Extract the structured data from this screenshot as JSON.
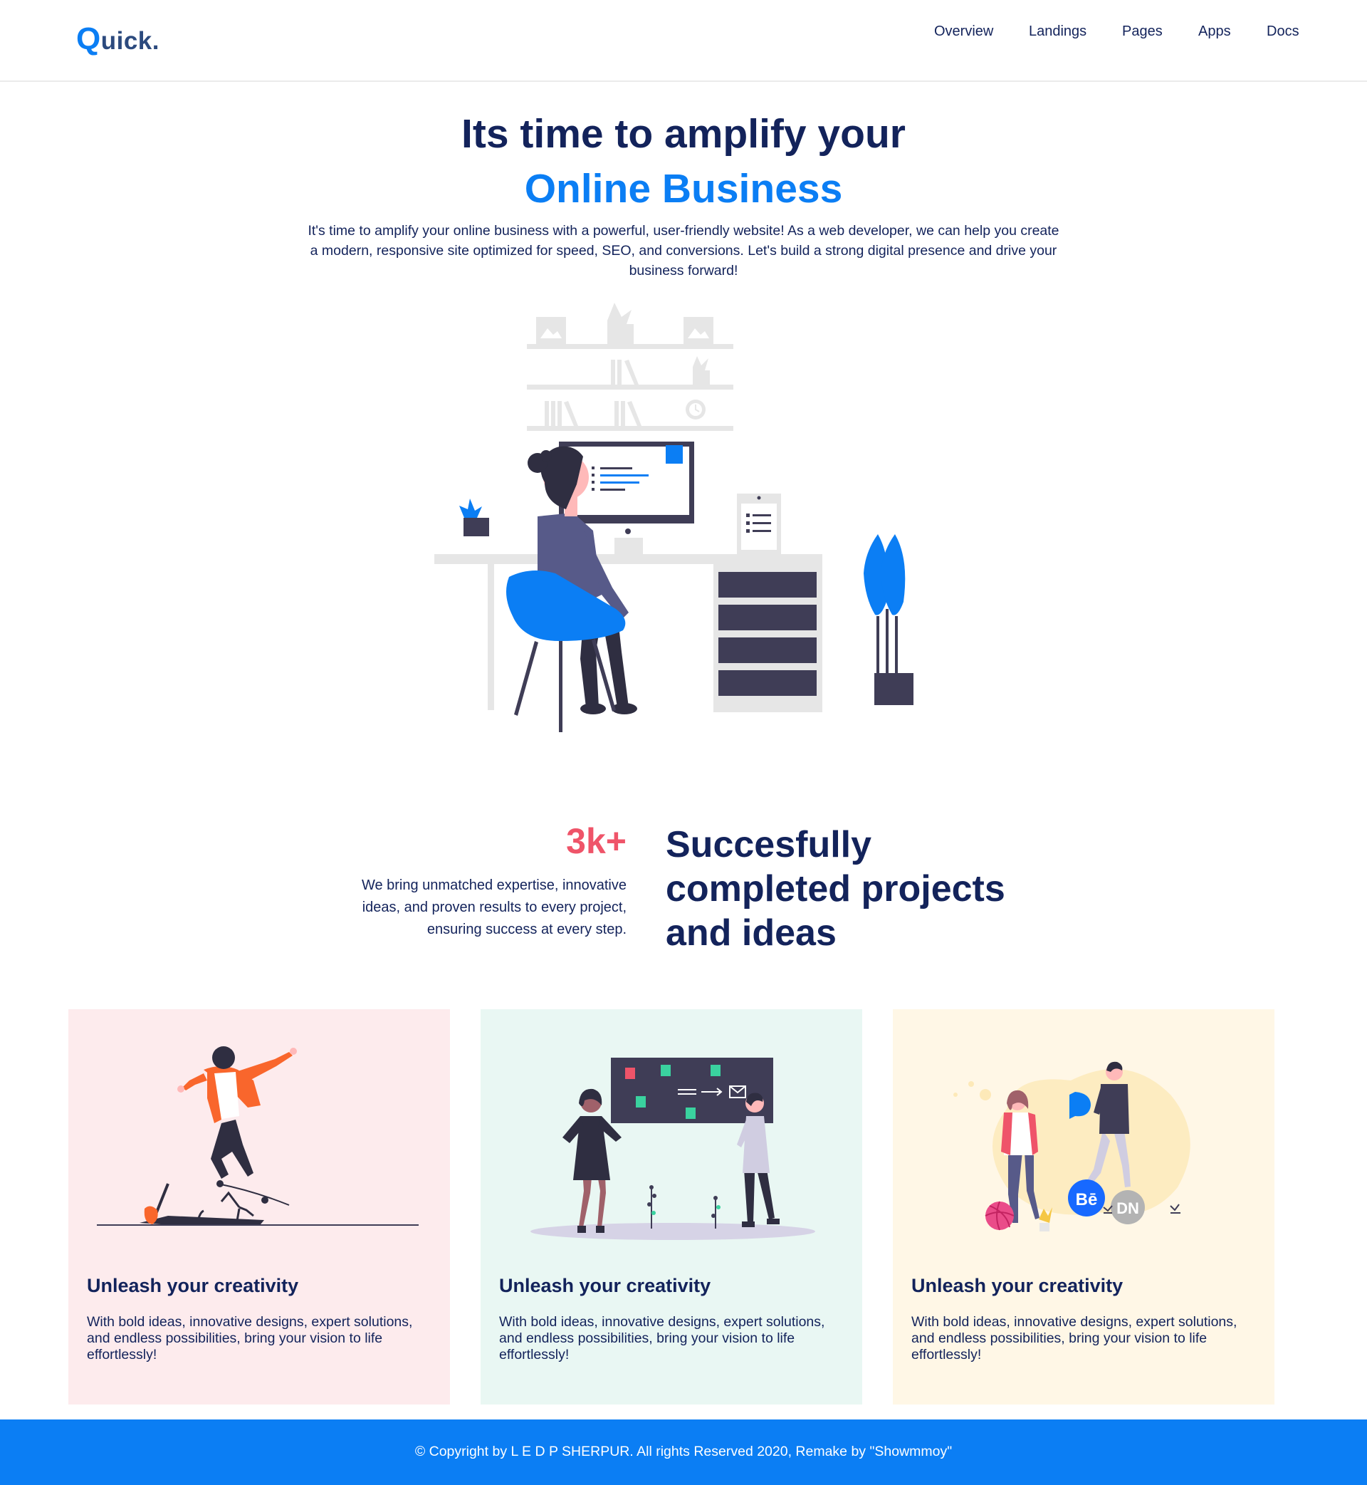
{
  "header": {
    "logo": {
      "q": "Q",
      "rest": "uick."
    },
    "nav": [
      "Overview",
      "Landings",
      "Pages",
      "Apps",
      "Docs"
    ]
  },
  "hero": {
    "title_line1": "Its time to amplify your",
    "title_line2": "Online Business",
    "description": "It's time to amplify your online business with a powerful, user-friendly website! As a web developer, we can help you create a modern, responsive site optimized for speed, SEO, and conversions. Let's build a strong digital presence and drive your business forward!"
  },
  "stats": {
    "number": "3k+",
    "description": "We bring unmatched expertise, innovative ideas, and proven results to every project, ensuring success at every step.",
    "heading": "Succesfully completed projects and ideas"
  },
  "cards": [
    {
      "title": "Unleash your creativity",
      "text": "With bold ideas, innovative designs, expert solutions, and endless possibilities, bring your vision to life effortlessly!"
    },
    {
      "title": "Unleash your creativity",
      "text": "With bold ideas, innovative designs, expert solutions, and endless possibilities, bring your vision to life effortlessly!"
    },
    {
      "title": "Unleash your creativity",
      "text": "With bold ideas, innovative designs, expert solutions, and endless possibilities, bring your vision to life effortlessly!"
    }
  ],
  "footer": {
    "copyright": "© Copyright by L E D P SHERPUR. All rights Reserved 2020, Remake by \"Showmmoy\""
  },
  "colors": {
    "primary": "#0b7ef4",
    "navy": "#13235b",
    "accent_red": "#ef5469",
    "card_pink": "#fdebed",
    "card_mint": "#e9f7f3",
    "card_cream": "#fff7e6"
  },
  "illustration_labels": {
    "behance": "Bē",
    "dribbble_dn": "DN"
  }
}
